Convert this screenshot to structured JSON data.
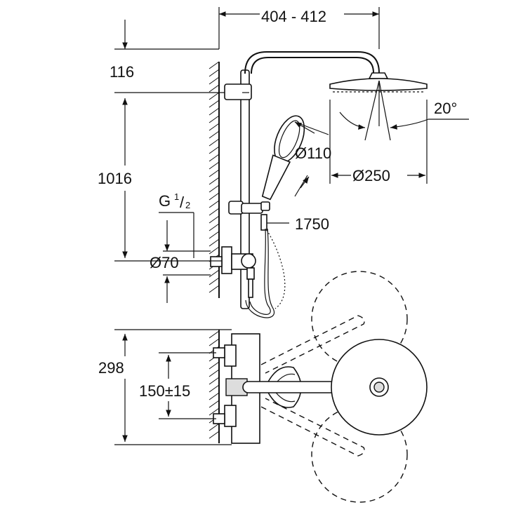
{
  "labels": {
    "head_arm_length": "404 - 412",
    "top_offset": "116",
    "rail_length": "1016",
    "connection_thread": "G",
    "thread_num": "1",
    "thread_den": "2",
    "rosette_diameter": "Ø70",
    "hand_shower_diameter": "Ø110",
    "head_shower_diameter": "Ø250",
    "spray_angle": "20°",
    "hose_length": "1750",
    "plan_depth": "298",
    "inlet_spacing": "150±15"
  }
}
